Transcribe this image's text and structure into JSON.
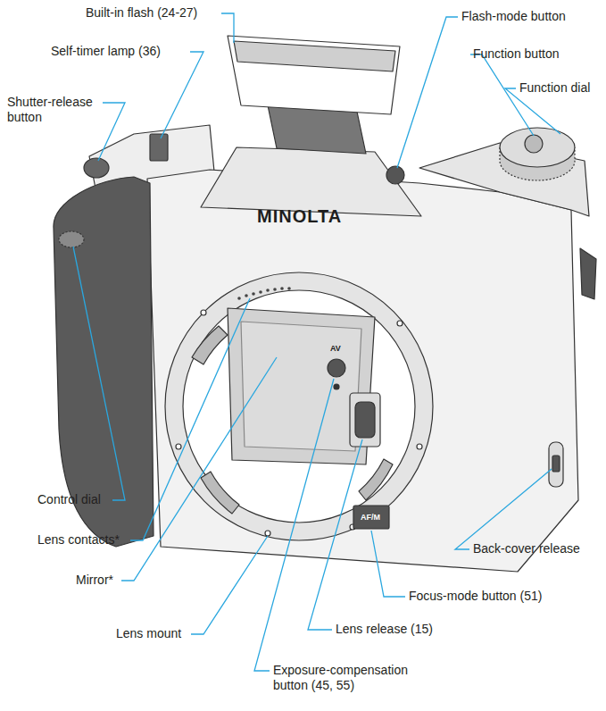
{
  "diagram": {
    "labels": [
      "Built-in flash (24-27)",
      "Self-timer lamp (36)",
      "Shutter-release button",
      "Flash-mode button",
      "Function button",
      "Function dial",
      "Control dial",
      "Lens contacts*",
      "Mirror*",
      "Lens mount",
      "Back-cover release",
      "Focus-mode button (51)",
      "Lens release (15)",
      "Exposure-compensation button (45, 55)",
      "MINOLTA",
      "AV",
      "AF/M"
    ]
  }
}
